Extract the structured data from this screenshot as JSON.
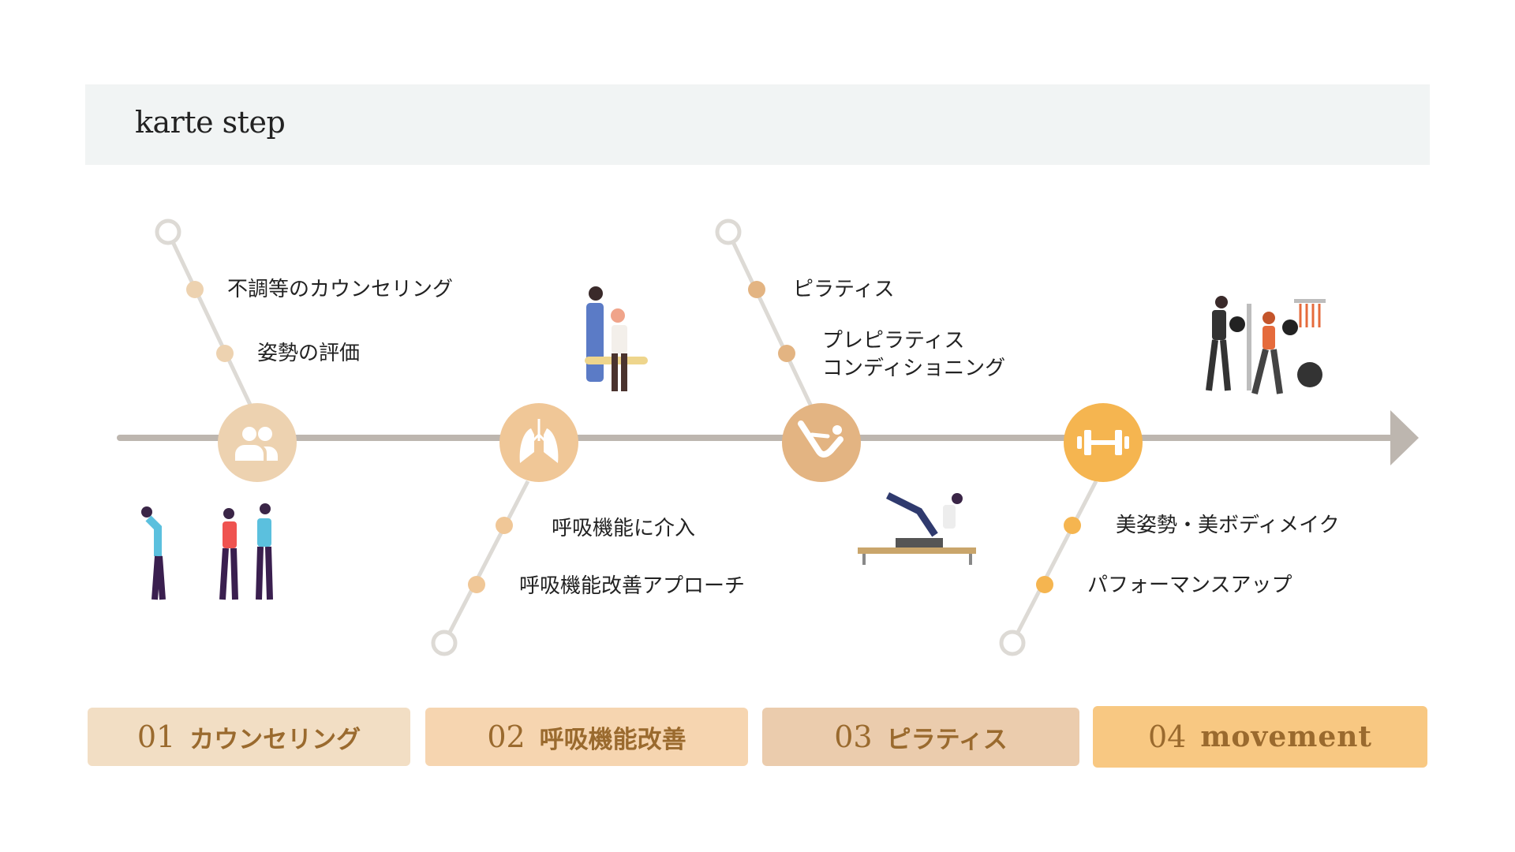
{
  "header": {
    "title": "karte step"
  },
  "colors": {
    "line": "#BDB6AF",
    "branch": "#DDDAD5",
    "step1": "#EDD2B0",
    "step2": "#F0C797",
    "step3": "#E3B482",
    "step4": "#F5B550",
    "text_brown": "#9A6A2E"
  },
  "steps": [
    {
      "icon": "people-icon",
      "points": [
        "不調等のカウンセリング",
        "姿勢の評価"
      ],
      "num": "01",
      "label": "カウンセリング"
    },
    {
      "icon": "lungs-icon",
      "points": [
        "呼吸機能に介入",
        "呼吸機能改善アプローチ"
      ],
      "num": "02",
      "label": "呼吸機能改善"
    },
    {
      "icon": "pilates-pose-icon",
      "points": [
        "ピラティス",
        "プレピラティス",
        "コンディショニング"
      ],
      "num": "03",
      "label": "ピラティス"
    },
    {
      "icon": "dumbbell-icon",
      "points": [
        "美姿勢・美ボディメイク",
        "パフォーマンスアップ"
      ],
      "num": "04",
      "label": "movement"
    }
  ]
}
